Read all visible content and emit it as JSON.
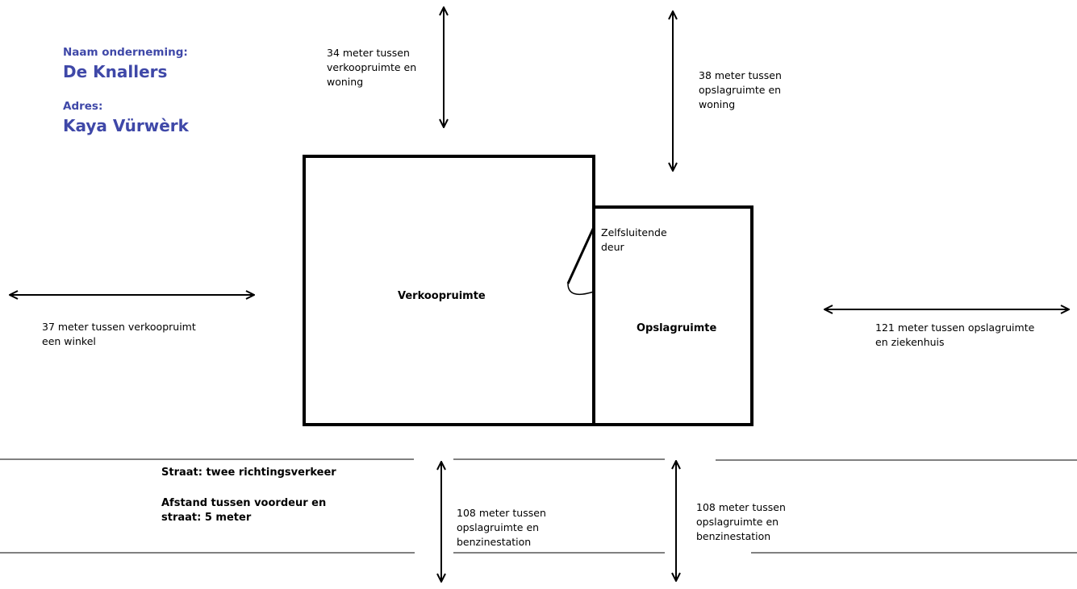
{
  "header": {
    "company_label": "Naam onderneming:",
    "company_value": "De Knallers",
    "address_label": "Adres:",
    "address_value": "Kaya Vürwèrk"
  },
  "rooms": {
    "sales": "Verkoopruimte",
    "storage": "Opslagruimte"
  },
  "door_label": "Zelfsluitende\ndeur",
  "distances": {
    "sales_home": "34 meter tussen\nverkoopruimte en\nwoning",
    "storage_home": "38 meter tussen\nopslagruimte en\nwoning",
    "sales_shop": "37 meter tussen verkoopruimt\neen winkel",
    "storage_hospital": "121 meter tussen opslagruimte\nen ziekenhuis",
    "gas_station_1": "108 meter tussen\nopslagruimte en\nbenzinestation",
    "gas_station_2": "108 meter tussen\nopslagruimte en\nbenzinestation"
  },
  "street": {
    "type": "Straat: twee richtingsverkeer",
    "distance": "Afstand tussen voordeur en\nstraat: 5 meter"
  }
}
